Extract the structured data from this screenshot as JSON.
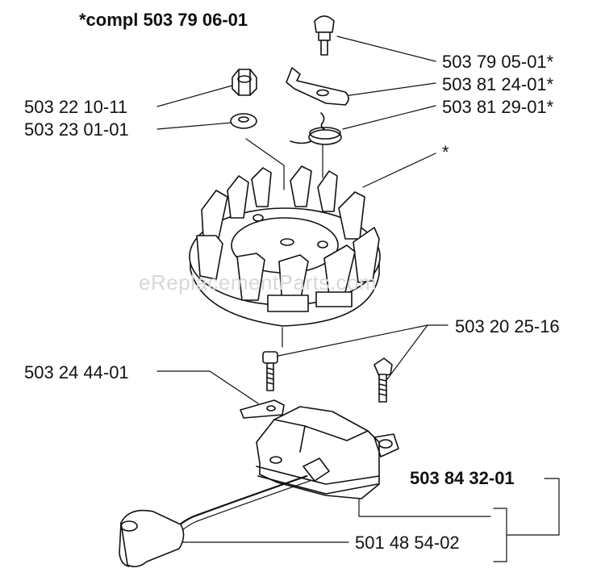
{
  "header": {
    "kit_label": "*compl 503 79 06-01"
  },
  "labels": {
    "p_503790501": "503 79 05-01*",
    "p_503812401": "503 81 24-01*",
    "p_503812901": "503 81 29-01*",
    "p_503221011": "503 22 10-11",
    "p_503230101": "503 23 01-01",
    "p_star": "*",
    "p_503202516": "503 20 25-16",
    "p_503244401": "503 24 44-01",
    "p_503843201": "503 84 32-01",
    "p_501485402": "501 48 54-02"
  },
  "watermark": "eReplacementParts.com",
  "colors": {
    "line": "#111111",
    "text": "#111111",
    "watermark": "#d8d8d8",
    "background": "#ffffff"
  }
}
